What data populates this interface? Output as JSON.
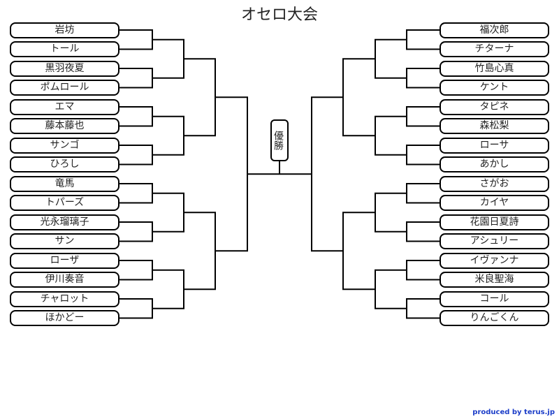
{
  "title": "オセロ大会",
  "winner_label": "優勝",
  "left_players": [
    "岩坊",
    "トール",
    "黒羽夜夏",
    "ポムロール",
    "エマ",
    "藤本藤也",
    "サンゴ",
    "ひろし",
    "竜馬",
    "トパーズ",
    "光永瑠璃子",
    "サン",
    "ローザ",
    "伊川奏音",
    "チャロット",
    "ほかどー"
  ],
  "right_players": [
    "福次郎",
    "チターナ",
    "竹島心真",
    "ケント",
    "タピネ",
    "森松梨",
    "ローサ",
    "あかし",
    "さがお",
    "カイヤ",
    "花園日夏詩",
    "アシュリー",
    "イヴァンナ",
    "米良聖海",
    "コール",
    "りんごくん"
  ],
  "credit": "produced by terus.jp"
}
